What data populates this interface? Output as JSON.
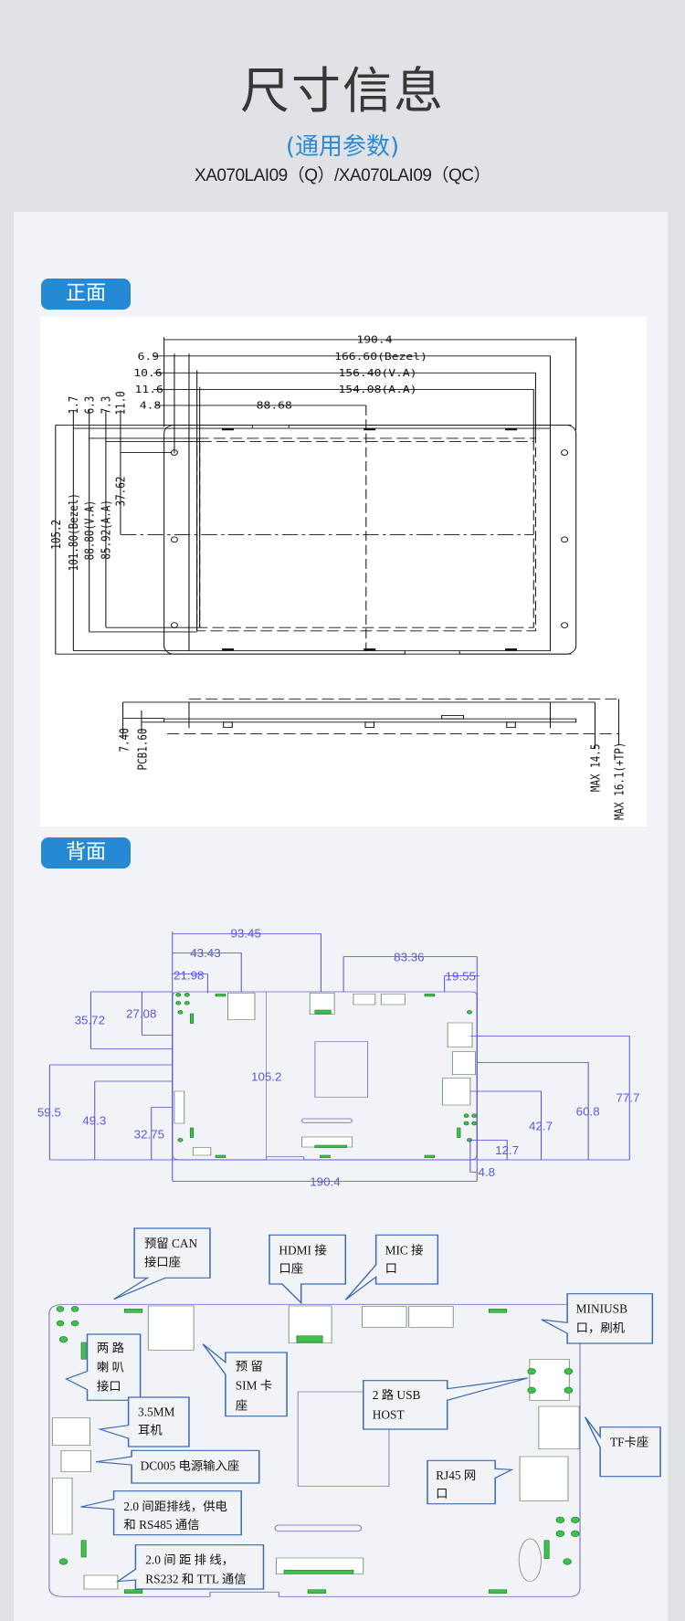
{
  "header": {
    "title": "尺寸信息",
    "subtitle": "(通用参数)",
    "model": "XA070LAI09（Q）/XA070LAI09（QC）"
  },
  "tabs": {
    "front": "正面",
    "back": "背面"
  },
  "front": {
    "top_dims": {
      "overall": "190.4",
      "off_bezel": "6.9",
      "bezel": "166.60(Bezel)",
      "off_va": "10.6",
      "va": "156.40(V.A)",
      "off_aa": "11.6",
      "aa": "154.08(A.A)",
      "off_hole": "4.8",
      "hole": "88.68"
    },
    "left_dims": {
      "overall": "105.2",
      "off_bezel": "1.7",
      "bezel": "101.80(Bezel)",
      "off_va": "6.3",
      "va": "88.80(V.A)",
      "off_aa": "7.3",
      "aa": "85.92(A.A)",
      "off_hole": "11.0",
      "hole": "37.62"
    },
    "side_dims": {
      "thickness": "7.40",
      "pcb": "PCB1.60",
      "max": "MAX 14.5",
      "max_tp": "MAX 16.1(+TP)"
    }
  },
  "back": {
    "dims": {
      "d93": "93.45",
      "d43": "43.43",
      "d21": "21.98",
      "d83": "83.36",
      "d19": "19.55",
      "d35": "35.72",
      "d27": "27.08",
      "d59": "59.5",
      "d49": "49.3",
      "d32": "32.75",
      "height": "105.2",
      "d77": "77.7",
      "d60": "60.8",
      "d42": "42.7",
      "d12": "12.7",
      "d4": "4.8",
      "width": "190.4"
    },
    "callouts": [
      {
        "lines": [
          "预留 CAN",
          "接口座"
        ]
      },
      {
        "lines": [
          "HDMI  接",
          "口座"
        ]
      },
      {
        "lines": [
          "MIC 接",
          "口"
        ]
      },
      {
        "lines": [
          "MINIUSB",
          "口，刷机"
        ]
      },
      {
        "lines": [
          "两  路",
          "喇  叭",
          "接口"
        ]
      },
      {
        "lines": [
          "预     留",
          "SIM  卡",
          "座"
        ]
      },
      {
        "lines": [
          "3.5MM",
          "耳机"
        ]
      },
      {
        "lines": [
          "2  路  USB",
          "HOST"
        ]
      },
      {
        "lines": [
          "TF卡座"
        ]
      },
      {
        "lines": [
          "DC005 电源输入座"
        ]
      },
      {
        "lines": [
          "RJ45  网",
          "口"
        ]
      },
      {
        "lines": [
          "2.0 间距排线，供电",
          "和 RS485 通信"
        ]
      },
      {
        "lines": [
          "2.0 间 距 排 线，",
          "RS232 和 TTL 通信"
        ]
      }
    ]
  }
}
